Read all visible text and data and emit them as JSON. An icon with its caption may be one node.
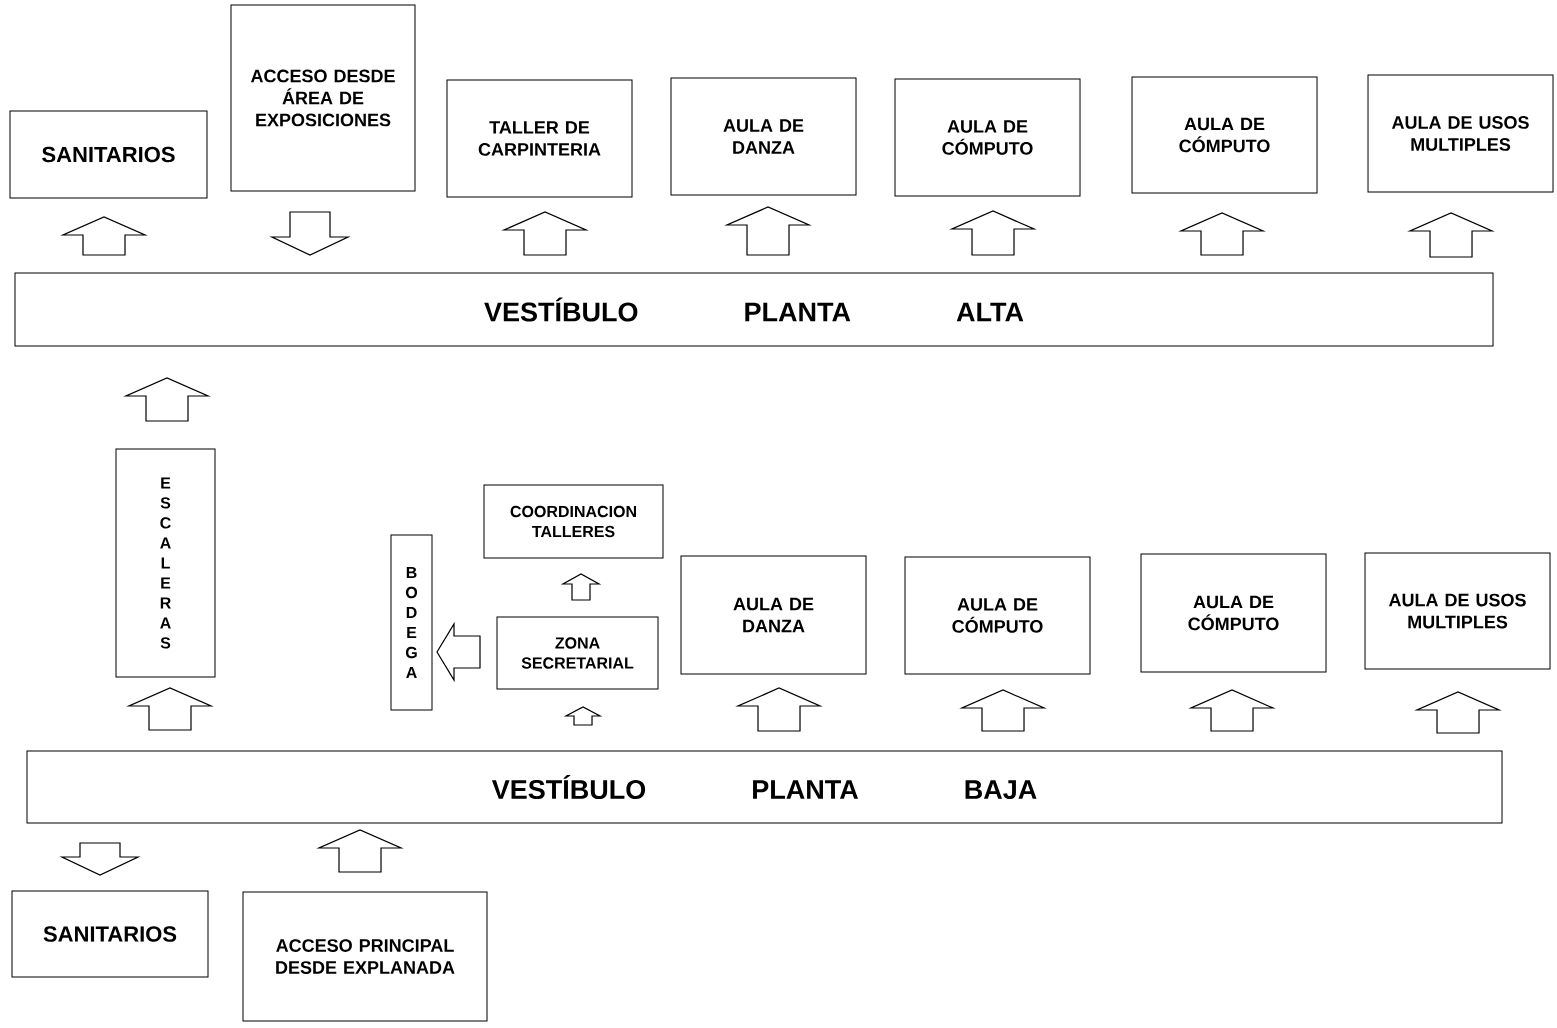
{
  "diagram": {
    "nodes": [
      {
        "text": [
          "SANITARIOS"
        ]
      },
      {
        "text": [
          "ACCESO DESDE ÁREA DE EXPOSICIONES"
        ]
      },
      {
        "text": [
          "TALLER DE CARPINTERIA"
        ]
      },
      {
        "text": [
          "AULA DE DANZA"
        ]
      },
      {
        "text": [
          "AULA DE CÓMPUTO"
        ]
      },
      {
        "text": [
          "AULA DE CÓMPUTO"
        ]
      },
      {
        "text": [
          "AULA DE USOS MULTIPLES"
        ]
      },
      {
        "text": [
          "VESTÍBULO PLANTA ALTA"
        ]
      },
      {
        "text": [
          "ESCALERAS"
        ]
      },
      {
        "text": [
          "BODEGA"
        ]
      },
      {
        "text": [
          "COORDINACION TALLERES"
        ]
      },
      {
        "text": [
          "ZONA SECRETARIAL"
        ]
      },
      {
        "text": [
          "AULA DE DANZA"
        ]
      },
      {
        "text": [
          "AULA DE CÓMPUTO"
        ]
      },
      {
        "text": [
          "AULA DE CÓMPUTO"
        ]
      },
      {
        "text": [
          "AULA DE USOS MULTIPLES"
        ]
      },
      {
        "text": [
          "VESTÍBULO PLANTA BAJA"
        ]
      },
      {
        "text": [
          "SANITARIOS"
        ]
      },
      {
        "text": [
          "ACCESO PRINCIPAL DESDE EXPLANADA"
        ]
      }
    ],
    "edges": [
      {
        "from": 7,
        "to": 0,
        "arrow": "to"
      },
      {
        "from": 1,
        "to": 7,
        "arrow": "to"
      },
      {
        "from": 7,
        "to": 2,
        "arrow": "to"
      },
      {
        "from": 7,
        "to": 3,
        "arrow": "to"
      },
      {
        "from": 7,
        "to": 4,
        "arrow": "to"
      },
      {
        "from": 7,
        "to": 5,
        "arrow": "to"
      },
      {
        "from": 7,
        "to": 6,
        "arrow": "to"
      },
      {
        "from": 8,
        "to": 7,
        "arrow": "to"
      },
      {
        "from": 16,
        "to": 8,
        "arrow": "to"
      },
      {
        "from": 16,
        "to": 11,
        "arrow": "to"
      },
      {
        "from": 11,
        "to": 10,
        "arrow": "to"
      },
      {
        "from": 11,
        "to": 9,
        "arrow": "to"
      },
      {
        "from": 16,
        "to": 12,
        "arrow": "to"
      },
      {
        "from": 16,
        "to": 13,
        "arrow": "to"
      },
      {
        "from": 16,
        "to": 14,
        "arrow": "to"
      },
      {
        "from": 16,
        "to": 15,
        "arrow": "to"
      },
      {
        "from": 16,
        "to": 17,
        "arrow": "to"
      },
      {
        "from": 18,
        "to": 16,
        "arrow": "to"
      }
    ]
  }
}
